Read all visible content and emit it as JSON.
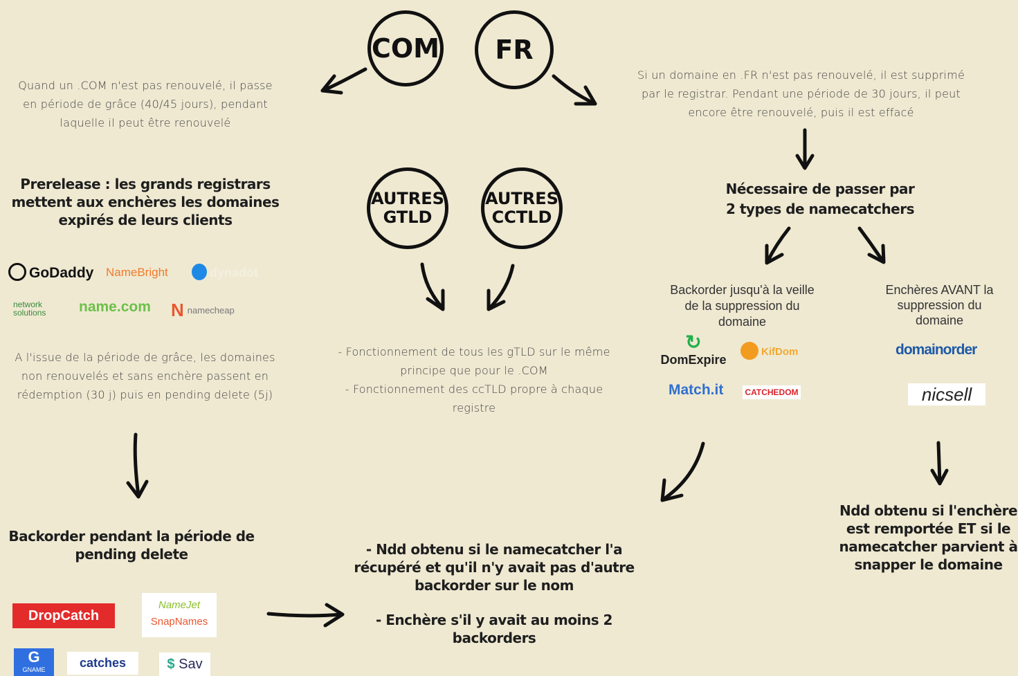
{
  "tlds": {
    "com": "COM",
    "fr": "FR",
    "gtld": [
      "AUTRES",
      "GTLD"
    ],
    "cctld": [
      "AUTRES",
      "CCTLD"
    ]
  },
  "left": {
    "com_desc": [
      "Quand un .COM n'est pas renouvelé, il passe",
      "en période de grâce (40/45 jours), pendant",
      "laquelle il peut être renouvelé"
    ],
    "prerelease": [
      "Prerelease : les grands registrars",
      "mettent aux enchères les domaines",
      "expirés de leurs clients"
    ],
    "registrars": [
      "GoDaddy",
      "NameBright",
      "dynadot",
      "network solutions",
      "name.com",
      "namecheap"
    ],
    "grace_end": [
      "A l'issue de la période de grâce, les domaines",
      "non renouvelés et sans enchère passent en",
      "rédemption (30 j) puis en pending delete (5j)"
    ],
    "backorder": [
      "Backorder pendant la période de",
      "pending delete"
    ],
    "backorder_services": [
      "DropCatch",
      "NameJet",
      "SnapNames",
      "GNAME",
      "catches",
      "Sav"
    ]
  },
  "center": {
    "functioning": [
      "- Fonctionnement de tous les gTLD sur le même",
      "principe que pour le .COM",
      "- Fonctionnement des ccTLD propre à chaque",
      "registre"
    ],
    "result": [
      "- Ndd obtenu si le namecatcher l'a",
      "récupéré et qu'il n'y avait pas d'autre",
      "backorder sur le nom",
      "",
      "- Enchère s'il y avait au moins 2",
      "backorders"
    ]
  },
  "right": {
    "fr_desc": [
      "Si un domaine en .FR n'est pas renouvelé, il est supprimé",
      "par le registrar. Pendant une période de 30 jours, il peut",
      "encore être renouvelé, puis il est effacé"
    ],
    "need": [
      "Nécessaire de passer par",
      "2 types de namecatchers"
    ],
    "backorder_type": [
      "Backorder jusqu'à la veille",
      "de la suppression du",
      "domaine"
    ],
    "auction_type": [
      "Enchères AVANT la",
      "suppression du",
      "domaine"
    ],
    "backorder_services": [
      "DomExpire",
      "KifDom",
      "Match.it",
      "CATCHEDOM"
    ],
    "auction_services": [
      "domainorder",
      "nicsell"
    ],
    "auction_result": [
      "Ndd obtenu si l'enchère",
      "est remportée ET si le",
      "namecatcher parvient à",
      "snapper le domaine"
    ]
  }
}
